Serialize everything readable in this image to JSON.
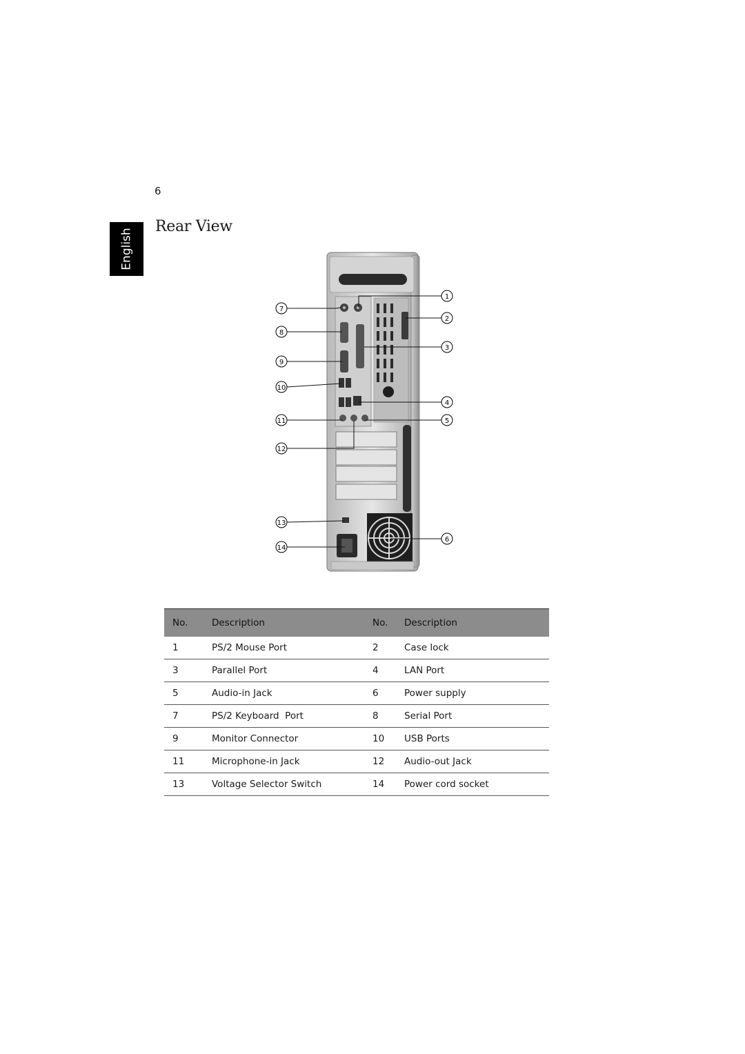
{
  "page": {
    "number": "6"
  },
  "language_tab": "English",
  "section": {
    "title": "Rear View"
  },
  "callouts": [
    "1",
    "2",
    "3",
    "4",
    "5",
    "6",
    "7",
    "8",
    "9",
    "10",
    "11",
    "12",
    "13",
    "14"
  ],
  "table": {
    "headers": [
      "No.",
      "Description",
      "No.",
      "Description"
    ],
    "rows": [
      [
        "1",
        "PS/2 Mouse Port",
        "2",
        "Case lock"
      ],
      [
        "3",
        "Parallel Port",
        "4",
        "LAN Port"
      ],
      [
        "5",
        "Audio-in Jack",
        "6",
        "Power supply"
      ],
      [
        "7",
        "PS/2 Keyboard  Port",
        "8",
        "Serial Port"
      ],
      [
        "9",
        "Monitor Connector",
        "10",
        "USB Ports"
      ],
      [
        "11",
        "Microphone-in Jack",
        "12",
        "Audio-out Jack"
      ],
      [
        "13",
        "Voltage Selector Switch",
        "14",
        "Power cord socket"
      ]
    ]
  }
}
